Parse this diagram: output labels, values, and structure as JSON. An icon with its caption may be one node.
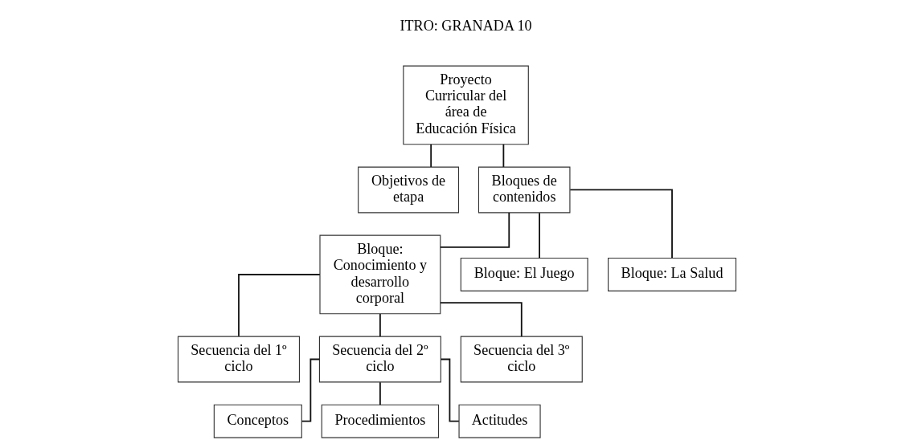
{
  "diagram": {
    "nodes": [
      {
        "text": [
          "Proyecto Curricular del área de Educación Física"
        ]
      },
      {
        "text": [
          "Objetivos de etapa"
        ]
      },
      {
        "text": [
          "Bloques de contenidos"
        ]
      },
      {
        "text": [
          "Bloque: Conocimiento y desarrollo corporal"
        ]
      },
      {
        "text": [
          "Bloque: El Juego"
        ]
      },
      {
        "text": [
          "Bloque: La Salud"
        ]
      },
      {
        "text": [
          "Secuencia del 1º ciclo"
        ]
      },
      {
        "text": [
          "Secuencia del 2º ciclo"
        ]
      },
      {
        "text": [
          "Secuencia del 3º ciclo"
        ]
      },
      {
        "text": [
          "Conceptos"
        ]
      },
      {
        "text": [
          "Procedimientos"
        ]
      },
      {
        "text": [
          "Actitudes"
        ]
      }
    ],
    "edges": [
      {
        "from": 0,
        "to": 1,
        "arrow": "none"
      },
      {
        "from": 0,
        "to": 2,
        "arrow": "none"
      },
      {
        "from": 2,
        "to": 3,
        "arrow": "none"
      },
      {
        "from": 2,
        "to": 4,
        "arrow": "none"
      },
      {
        "from": 2,
        "to": 5,
        "arrow": "none"
      },
      {
        "from": 3,
        "to": 6,
        "arrow": "none"
      },
      {
        "from": 3,
        "to": 7,
        "arrow": "none"
      },
      {
        "from": 3,
        "to": 8,
        "arrow": "none"
      },
      {
        "from": 7,
        "to": 9,
        "arrow": "none"
      },
      {
        "from": 7,
        "to": 10,
        "arrow": "none"
      },
      {
        "from": 7,
        "to": 11,
        "arrow": "none"
      }
    ],
    "labels": [
      "ITRO: GRANADA 10"
    ]
  }
}
